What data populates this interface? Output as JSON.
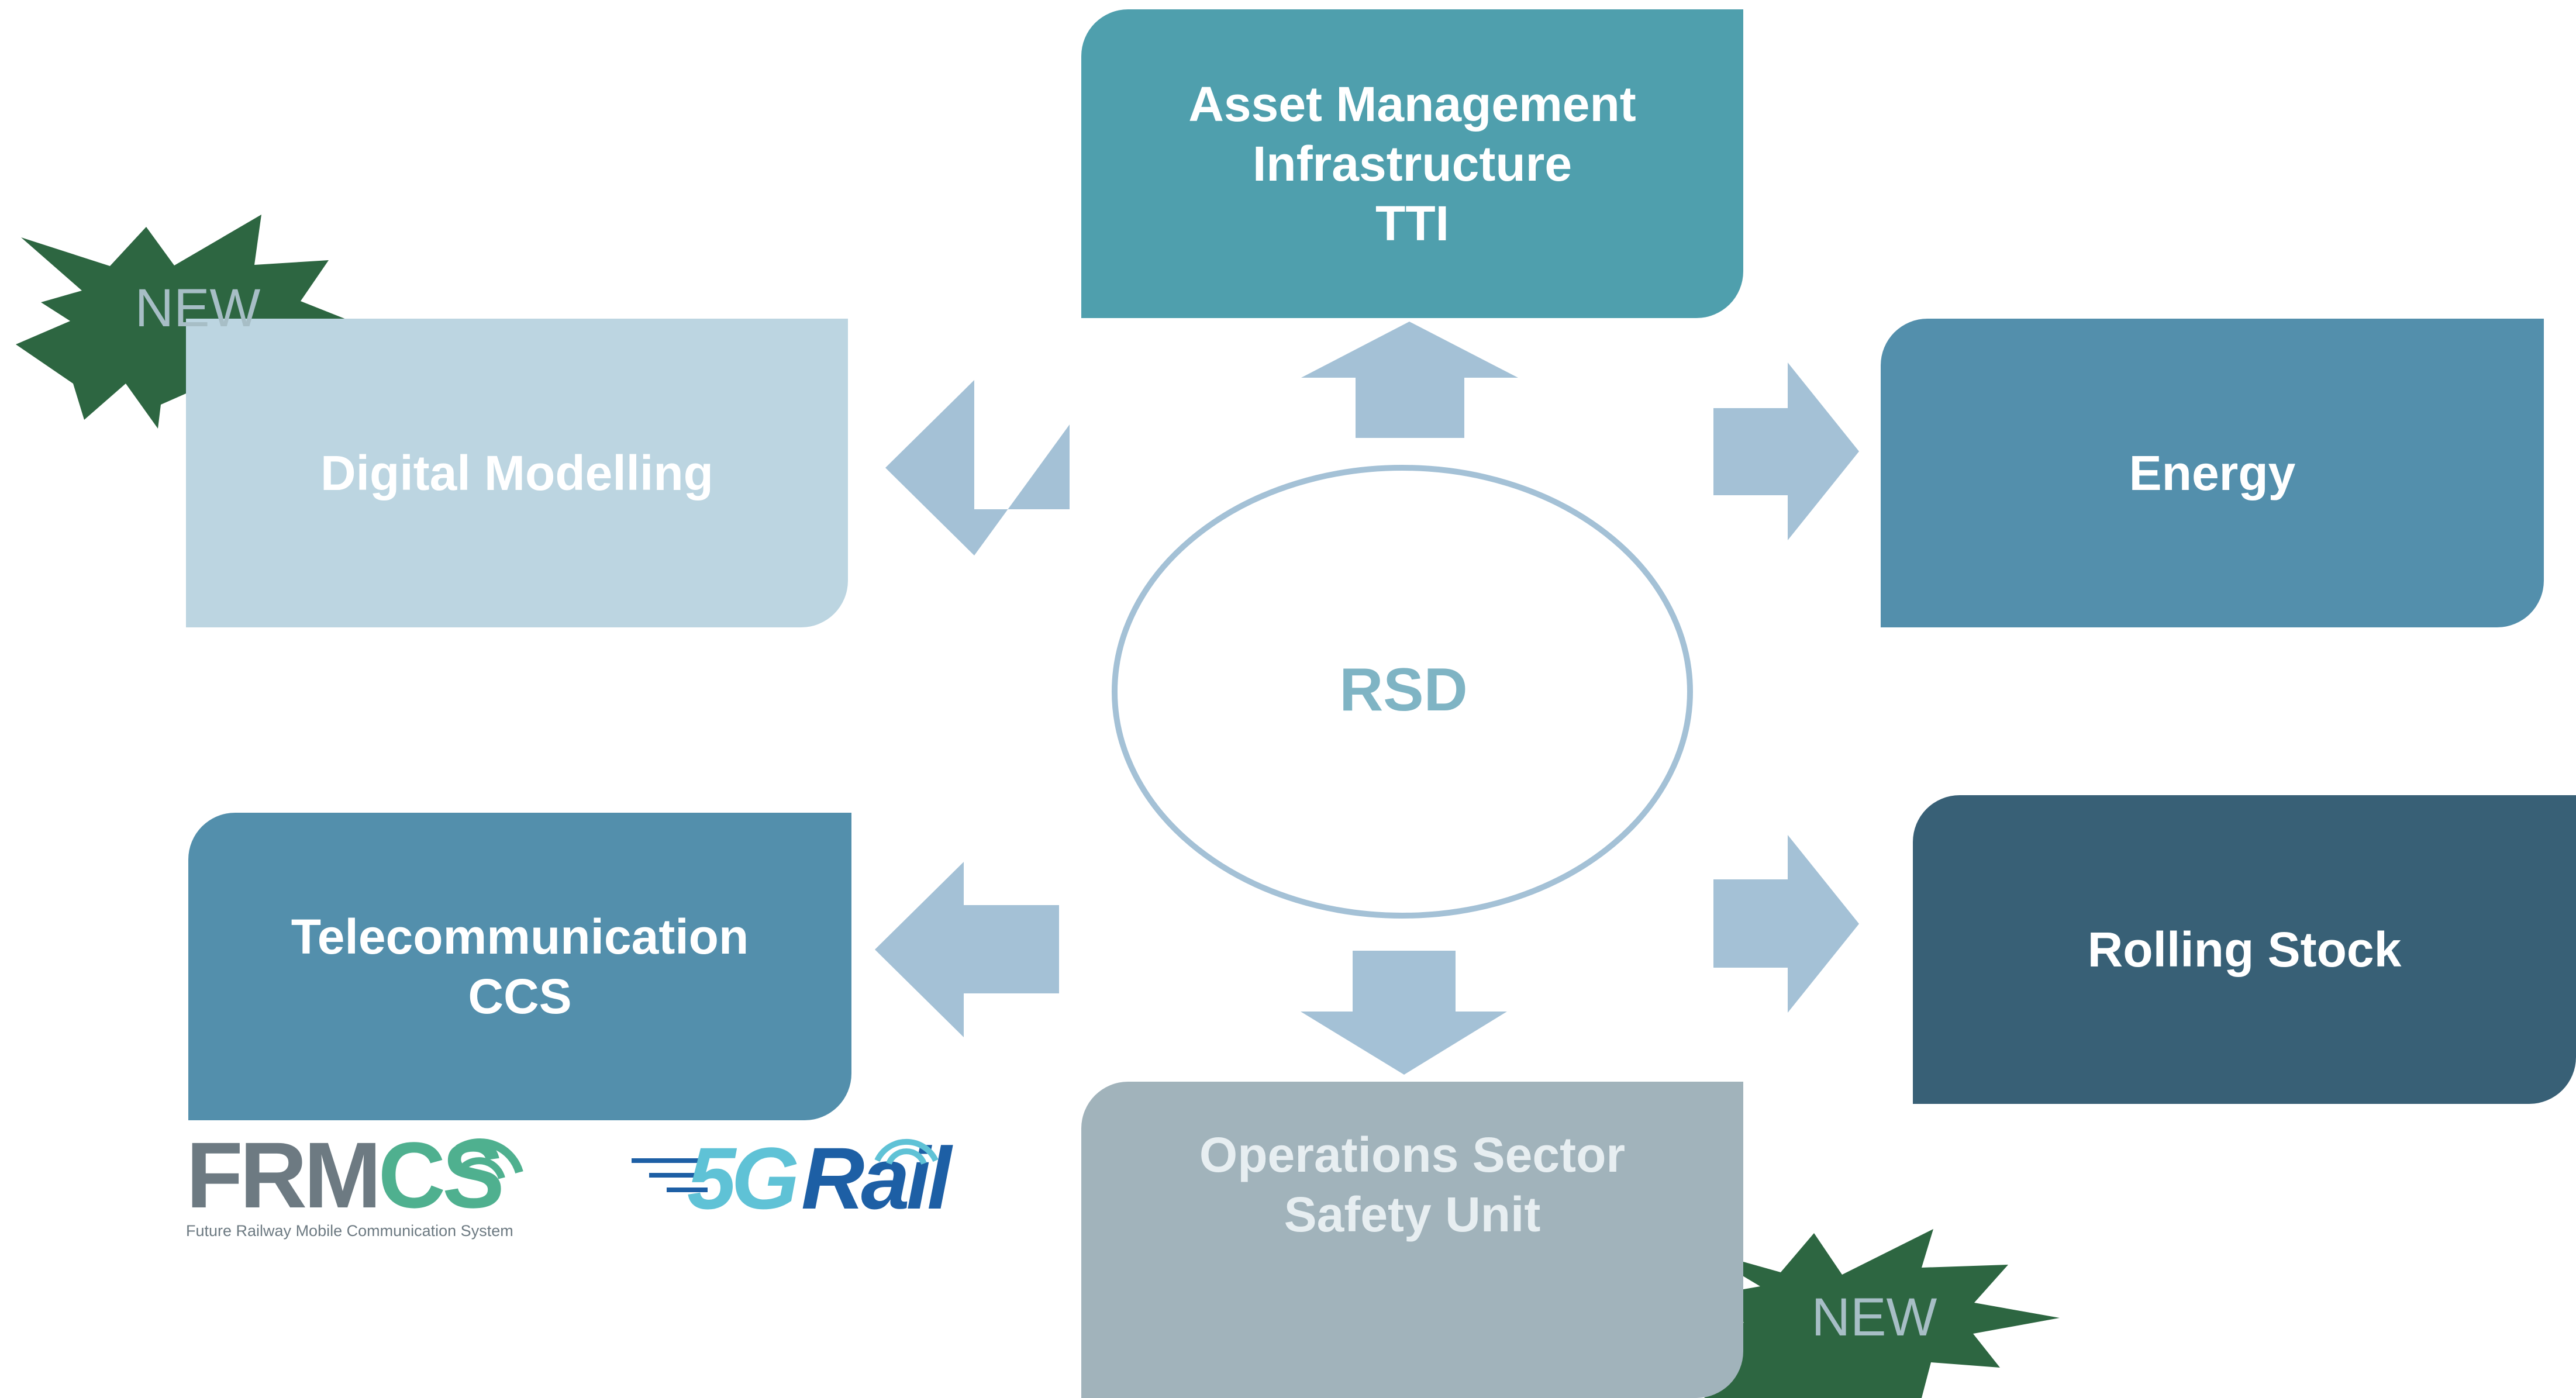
{
  "center": {
    "label": "RSD"
  },
  "boxes": {
    "asset": {
      "line1": "Asset Management",
      "line2": "Infrastructure",
      "line3": "TTI",
      "color": "#4f9fad"
    },
    "digital": {
      "label": "Digital Modelling",
      "color": "#bcd5e1"
    },
    "energy": {
      "label": "Energy",
      "color": "#538fac"
    },
    "telecom": {
      "line1": "Telecommunication",
      "line2": "CCS",
      "color": "#538fac"
    },
    "rolling": {
      "label": "Rolling Stock",
      "color": "#386076"
    },
    "ops": {
      "line1": "Operations Sector",
      "line2": "Safety Unit",
      "color": "#a1b3bb"
    }
  },
  "badges": [
    {
      "label": "NEW",
      "color": "#2d6641"
    },
    {
      "label": "NEW",
      "color": "#2d6641"
    }
  ],
  "logos": {
    "frmcs": {
      "part1": "FRM",
      "part2": "CS",
      "tagline": "Future Railway Mobile Communication System"
    },
    "rail5g": {
      "part1": "5G",
      "part2": "Rail"
    }
  },
  "colors": {
    "arrow": "#a4c1d6",
    "ellipse_stroke": "#a4c1d6"
  }
}
